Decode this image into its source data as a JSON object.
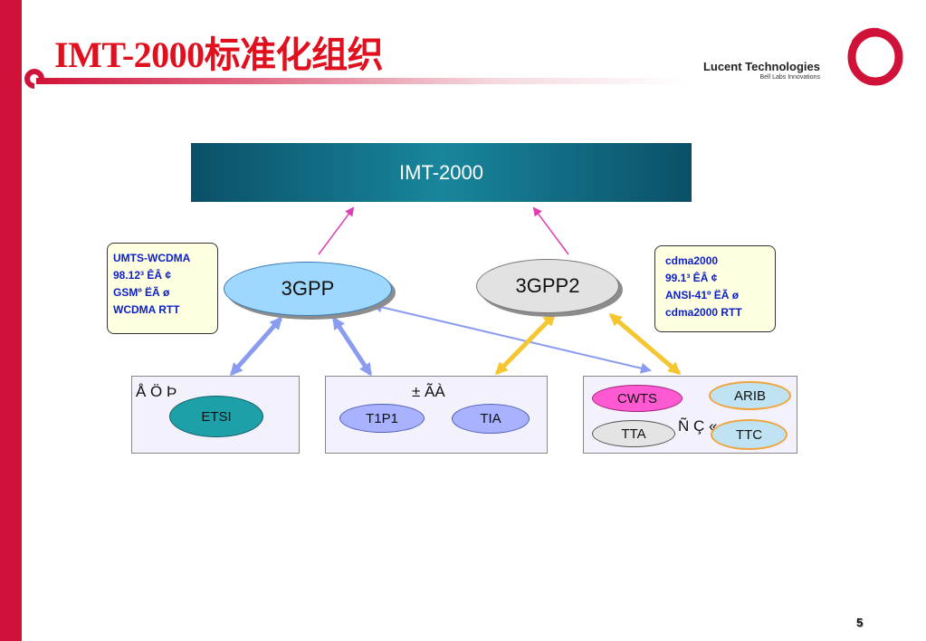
{
  "title": "IMT-2000标准化组织",
  "logo": {
    "name": "Lucent Technologies",
    "tagline": "Bell Labs Innovations"
  },
  "top_box": {
    "label": "IMT-2000"
  },
  "partnerships": {
    "p3gpp": "3GPP",
    "p3gpp2": "3GPP2"
  },
  "notes": {
    "left": [
      "UMTS-WCDMA",
      "98.12³  ÊÂ ¢",
      "GSMº  ËÃ ø",
      "WCDMA  RTT"
    ],
    "right": [
      "cdma2000",
      "99.1³  ÊÂ ¢",
      "ANSI-41º  ËÃ ø",
      "cdma2000  RTT"
    ]
  },
  "regions": {
    "europe": {
      "label": "Å Ö Þ",
      "orgs": [
        "ETSI"
      ]
    },
    "north_america": {
      "label": "± ÃÀ",
      "orgs": [
        "T1P1",
        "TIA"
      ]
    },
    "asia": {
      "label": "Ñ Ç «",
      "orgs": [
        "CWTS",
        "ARIB",
        "TTA",
        "TTC"
      ]
    }
  },
  "colors": {
    "accent_red": "#d01238",
    "title_red": "#e0101e",
    "imt_teal": "#18869c",
    "arrow_pink": "#e03cb4",
    "arrow_blue": "#8a9cf0",
    "arrow_gold": "#f5c630",
    "note_text": "#0b1fc8"
  },
  "page_number": "5"
}
